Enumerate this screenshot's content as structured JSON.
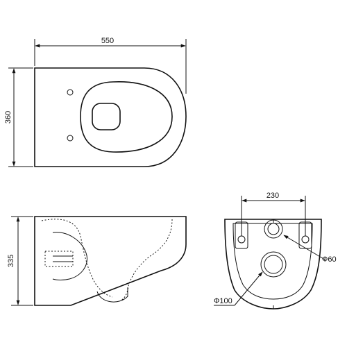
{
  "dimensions": {
    "top_width": "550",
    "top_height": "360",
    "side_height": "335",
    "rear_hole_spacing": "230",
    "rear_bolt_dia": "Ф60",
    "rear_outlet_dia": "Ф100"
  }
}
